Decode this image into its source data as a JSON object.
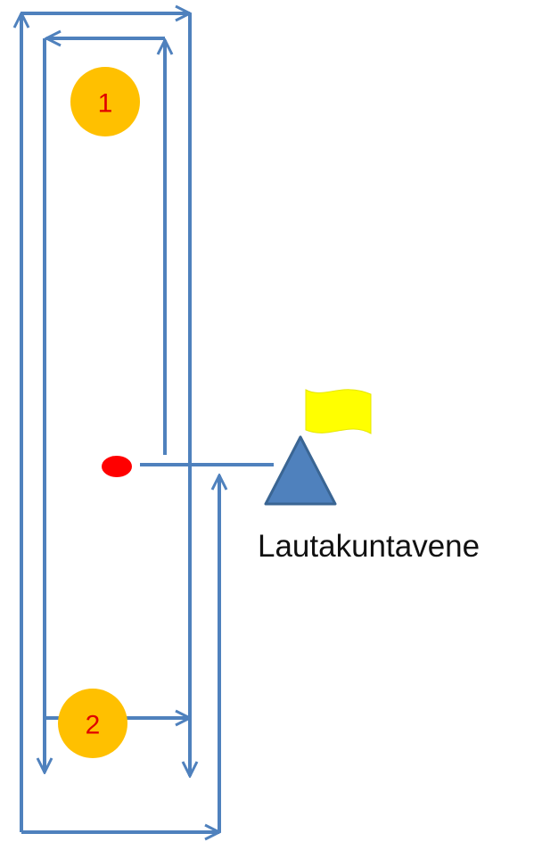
{
  "marks": [
    {
      "label": "1",
      "color": "#FFC000",
      "text_color": "#FF0000"
    },
    {
      "label": "2",
      "color": "#FFC000",
      "text_color": "#FF0000"
    }
  ],
  "committee_boat": {
    "label": "Lautakuntavene",
    "color": "#4F81BD",
    "flag_color": "#FFFF00"
  },
  "start_pin": {
    "color": "#FF0000"
  },
  "course_line_color": "#4F81BD"
}
